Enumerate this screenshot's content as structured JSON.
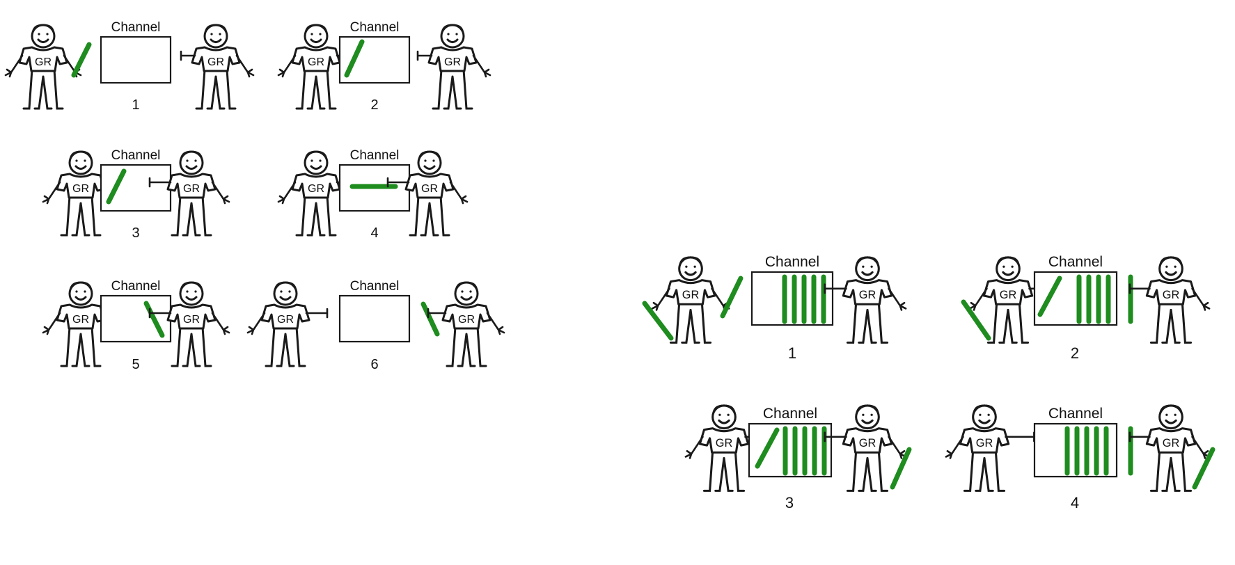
{
  "colors": {
    "stick": "#1e8c1e",
    "ink": "#1a1a1a"
  },
  "channel_label": "Channel",
  "shirt_label": "GR",
  "unbuffered": {
    "panels": [
      {
        "id": "u1",
        "number": "1"
      },
      {
        "id": "u2",
        "number": "2"
      },
      {
        "id": "u3",
        "number": "3"
      },
      {
        "id": "u4",
        "number": "4"
      },
      {
        "id": "u5",
        "number": "5"
      },
      {
        "id": "u6",
        "number": "6"
      }
    ]
  },
  "buffered": {
    "panels": [
      {
        "id": "b1",
        "number": "1"
      },
      {
        "id": "b2",
        "number": "2"
      },
      {
        "id": "b3",
        "number": "3"
      },
      {
        "id": "b4",
        "number": "4"
      }
    ]
  }
}
